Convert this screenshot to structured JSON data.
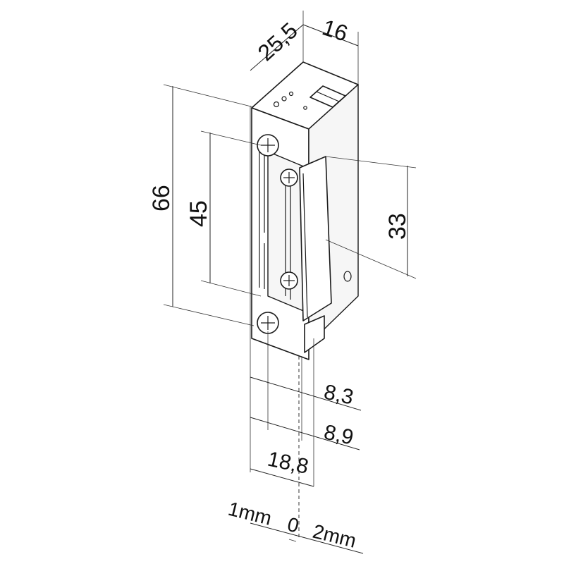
{
  "dimensions": {
    "width_face": "25,5",
    "depth": "16",
    "height_total": "66",
    "screw_spacing": "45",
    "latch_height": "33",
    "offset_1": "8,3",
    "offset_2": "8,9",
    "width_bottom": "18,8"
  },
  "adjustment": {
    "left": "1mm",
    "zero": "0",
    "right": "2mm"
  },
  "colors": {
    "line": "#222222",
    "fill": "#ffffff"
  }
}
